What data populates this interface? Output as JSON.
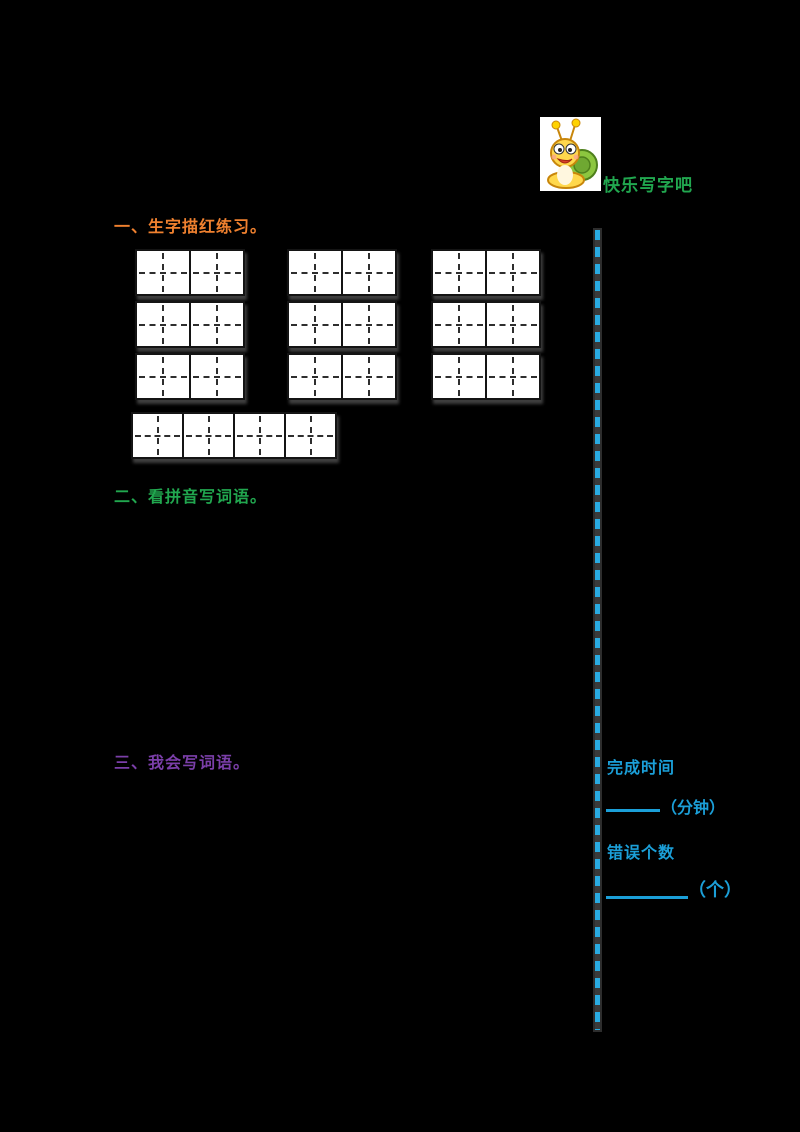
{
  "mascot": {
    "slogan": "快乐写字吧"
  },
  "sections": {
    "one": {
      "label": "一、生字描红练习。",
      "color": "#F0812F"
    },
    "two": {
      "label": "二、看拼音写词语。",
      "color": "#21A74F"
    },
    "three": {
      "label": "三、我会写词语。",
      "color": "#7B3FA9"
    }
  },
  "grids": {
    "block_rows": 3,
    "block_cols": 3,
    "cells_per_block": 2,
    "bottom_block_cells": 4
  },
  "tracker": {
    "time_label": "完成时间",
    "time_unit": "（分钟）",
    "errors_label": "错误个数",
    "errors_unit": "（个）"
  },
  "colors": {
    "background": "#000000",
    "tracker_blue": "#1B9FD8",
    "dotted_line_blue": "#29ABE2",
    "grid_border": "#141414"
  }
}
